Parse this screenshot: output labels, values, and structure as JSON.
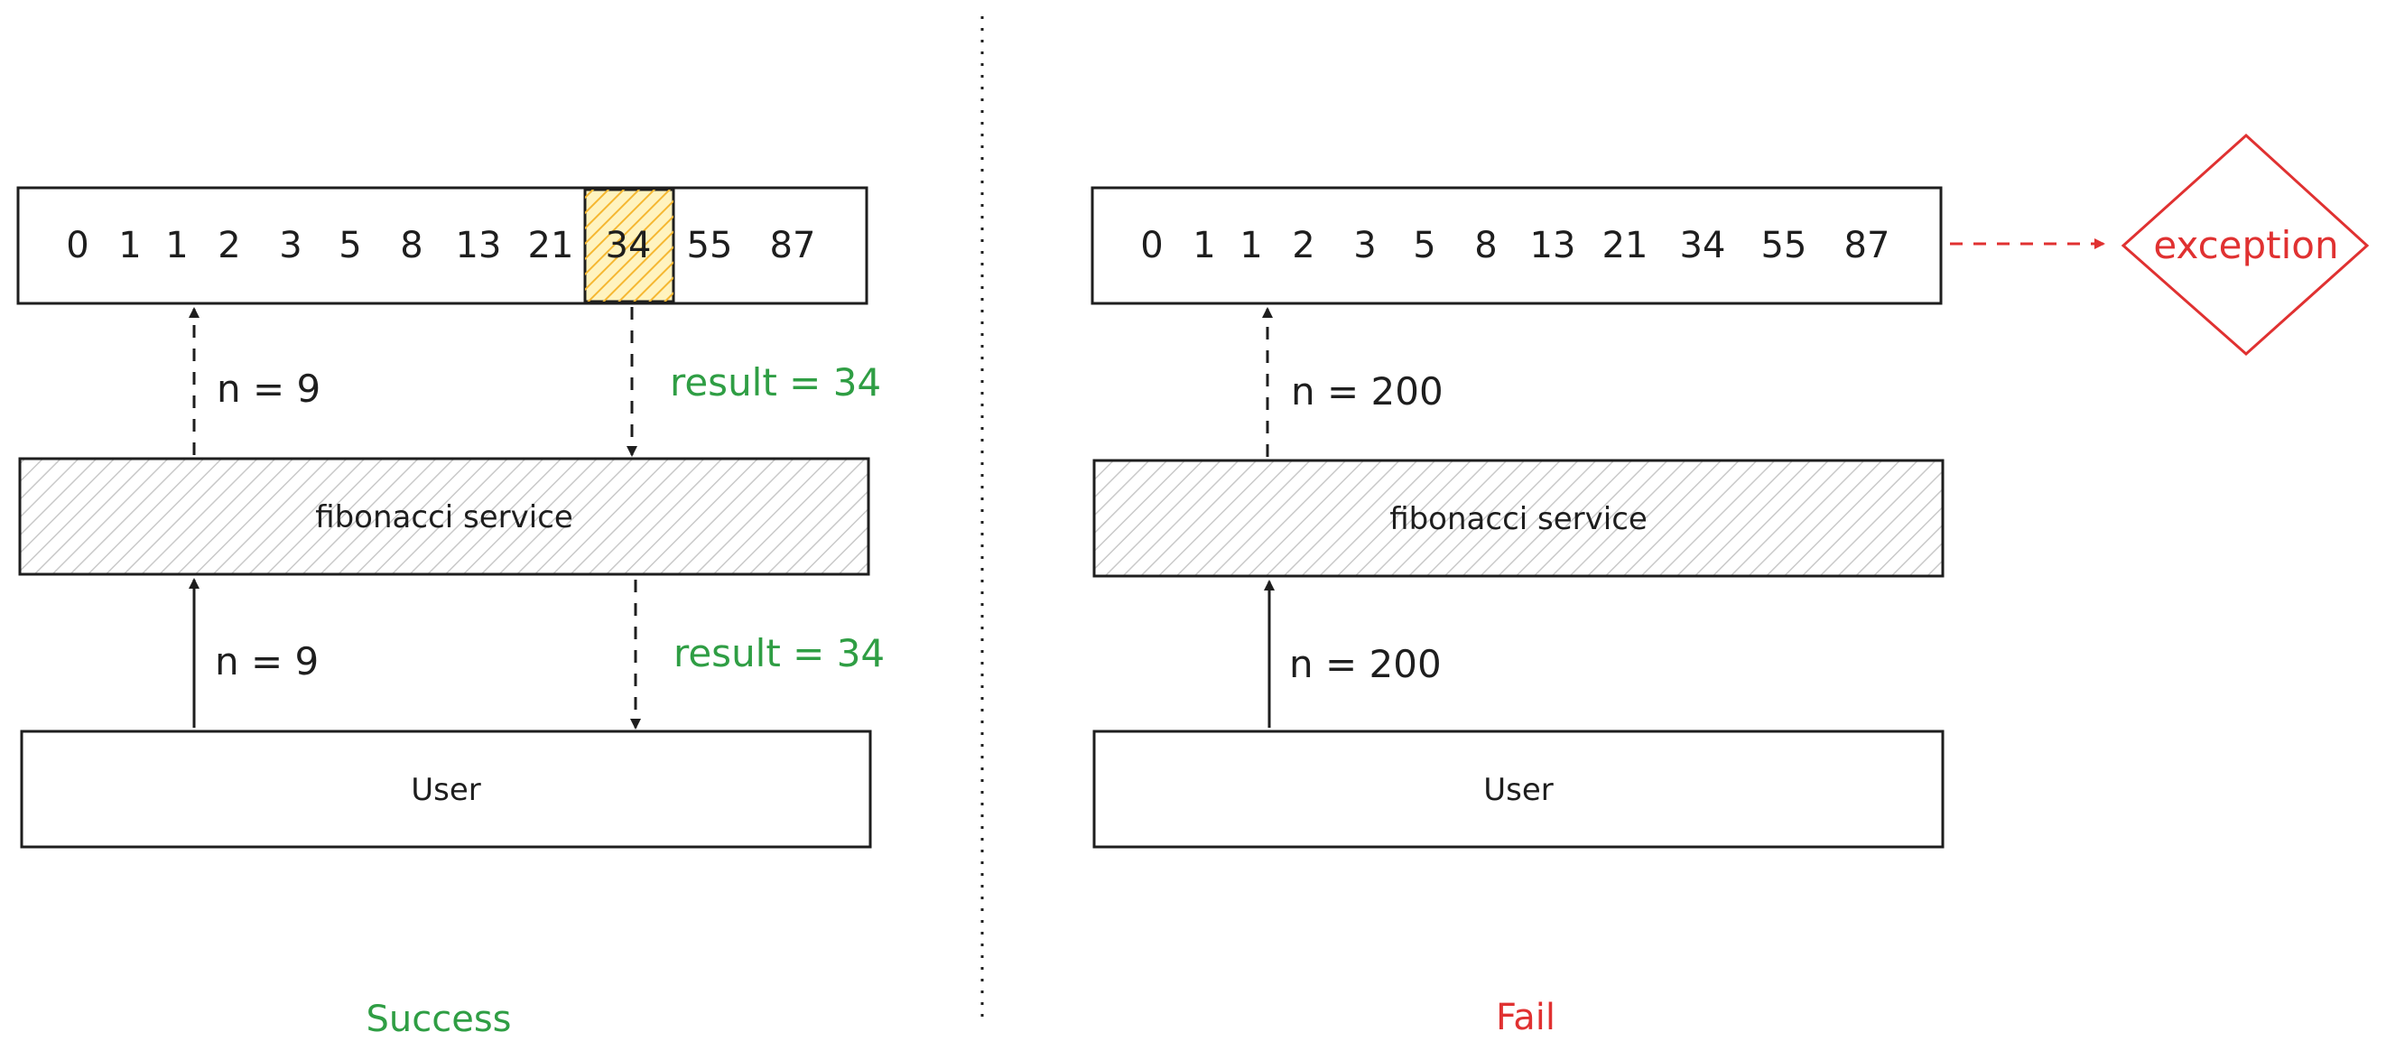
{
  "colors": {
    "stroke": "#1e1e1e",
    "success": "#2f9e44",
    "fail": "#e03131",
    "highlight": "#ffd43b",
    "hatch": "#c9c9c9"
  },
  "sequence": [
    "0",
    "1",
    "1",
    "2",
    "3",
    "5",
    "8",
    "13",
    "21",
    "34",
    "55",
    "87"
  ],
  "success": {
    "highlight_value": "34",
    "service_label": "fibonacci service",
    "user_label": "User",
    "request_top": "n = 9",
    "request_bottom": "n = 9",
    "result_top": "result = 34",
    "result_bottom": "result = 34",
    "caption": "Success"
  },
  "fail": {
    "service_label": "fibonacci service",
    "user_label": "User",
    "request_top": "n = 200",
    "request_bottom": "n = 200",
    "exception_label": "exception",
    "caption": "Fail"
  }
}
